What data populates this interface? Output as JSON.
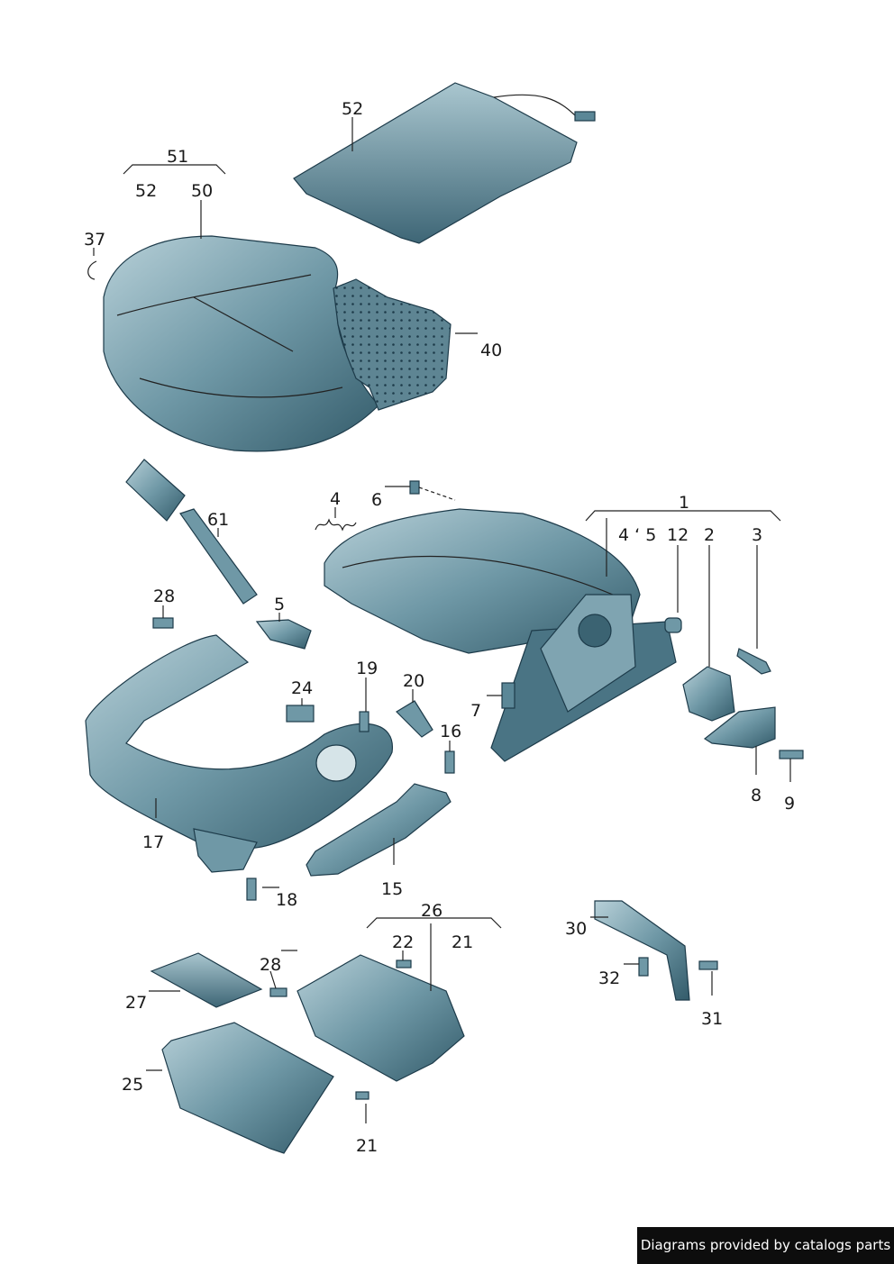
{
  "labels": {
    "l52a": "52",
    "l51": "51",
    "l52b": "52",
    "l50": "50",
    "l37": "37",
    "l40": "40",
    "l4": "4",
    "l6": "6",
    "l61": "61",
    "l1": "1",
    "l45": "4 ‘ 5",
    "l12": "12",
    "l2": "2",
    "l3": "3",
    "l28a": "28",
    "l5": "5",
    "l19": "19",
    "l20": "20",
    "l24": "24",
    "l16": "16",
    "l7": "7",
    "l8": "8",
    "l9": "9",
    "l17": "17",
    "l15": "15",
    "l18": "18",
    "l26": "26",
    "l21a": "21",
    "l22": "22",
    "l28b": "28",
    "l27": "27",
    "l25": "25",
    "l21b": "21",
    "l30": "30",
    "l32": "32",
    "l31": "31"
  },
  "credit": "Diagrams provided by catalogs parts",
  "colors": {
    "part_fill": "#5b8797",
    "part_light": "#9dbcc6",
    "part_dark": "#2f5665",
    "line": "#1d3b4a"
  }
}
